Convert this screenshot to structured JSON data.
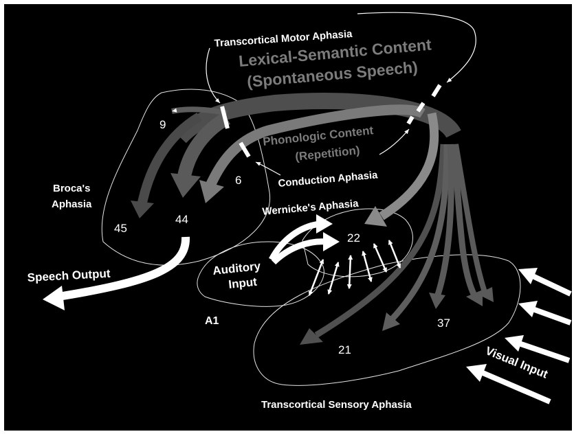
{
  "labels": {
    "transcortical_motor": "Transcortical Motor Aphasia",
    "lexical_line1": "Lexical-Semantic Content",
    "lexical_line2": "(Spontaneous Speech)",
    "phonologic_line1": "Phonologic Content",
    "phonologic_line2": "(Repetition)",
    "conduction": "Conduction Aphasia",
    "wernicke": "Wernicke's Aphasia",
    "broca_line1": "Broca's",
    "broca_line2": "Aphasia",
    "speech_output": "Speech Output",
    "auditory_line1": "Auditory",
    "auditory_line2": "Input",
    "a1": "A1",
    "visual_input": "Visual Input",
    "transcortical_sensory": "Transcortical Sensory Aphasia"
  },
  "areas": {
    "ba9": "9",
    "ba6": "6",
    "ba45": "45",
    "ba44": "44",
    "ba22": "22",
    "ba21": "21",
    "ba37": "37"
  },
  "colors": {
    "background": "#000000",
    "pathway_dark": "#4a4a4a",
    "pathway_mid": "#6e6e6e",
    "pathway_light": "#9a9a9a",
    "arrow_white": "#ffffff",
    "gray_label": "#7c7c7c"
  }
}
